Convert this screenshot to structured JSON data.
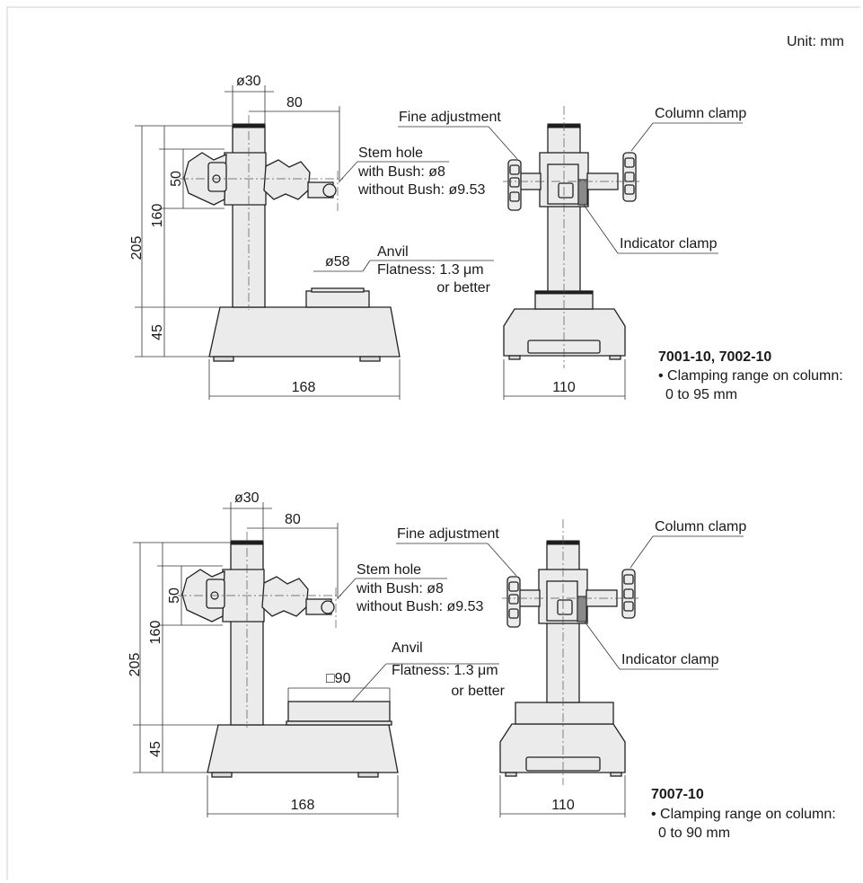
{
  "unit_label": "Unit: mm",
  "views": [
    {
      "dims": {
        "stem_dia": "ø30",
        "reach": "80",
        "height": "205",
        "column": "160",
        "stem_span": "50",
        "base_h": "45",
        "width": "168",
        "width_right": "110"
      },
      "stem_hole": {
        "title": "Stem hole",
        "with_bush": "with Bush: ø8",
        "without_bush": "without Bush: ø9.53"
      },
      "anvil": {
        "title": "Anvil",
        "size": "ø58",
        "flatness": "Flatness: 1.3 μm",
        "or_better": "or better"
      },
      "fine_adjustment": "Fine adjustment",
      "column_clamp": "Column clamp",
      "indicator_clamp": "Indicator clamp",
      "model": "7001-10, 7002-10",
      "note_line1": "• Clamping range on column:",
      "note_line2": "0 to 95 mm"
    },
    {
      "dims": {
        "stem_dia": "ø30",
        "reach": "80",
        "height": "205",
        "column": "160",
        "stem_span": "50",
        "base_h": "45",
        "width": "168",
        "width_right": "110"
      },
      "stem_hole": {
        "title": "Stem hole",
        "with_bush": "with Bush: ø8",
        "without_bush": "without Bush: ø9.53"
      },
      "anvil": {
        "title": "Anvil",
        "size": "□90",
        "flatness": "Flatness: 1.3 μm",
        "or_better": "or better"
      },
      "fine_adjustment": "Fine adjustment",
      "column_clamp": "Column clamp",
      "indicator_clamp": "Indicator clamp",
      "model": "7007-10",
      "note_line1": "• Clamping range on column:",
      "note_line2": "0 to 90 mm"
    }
  ]
}
